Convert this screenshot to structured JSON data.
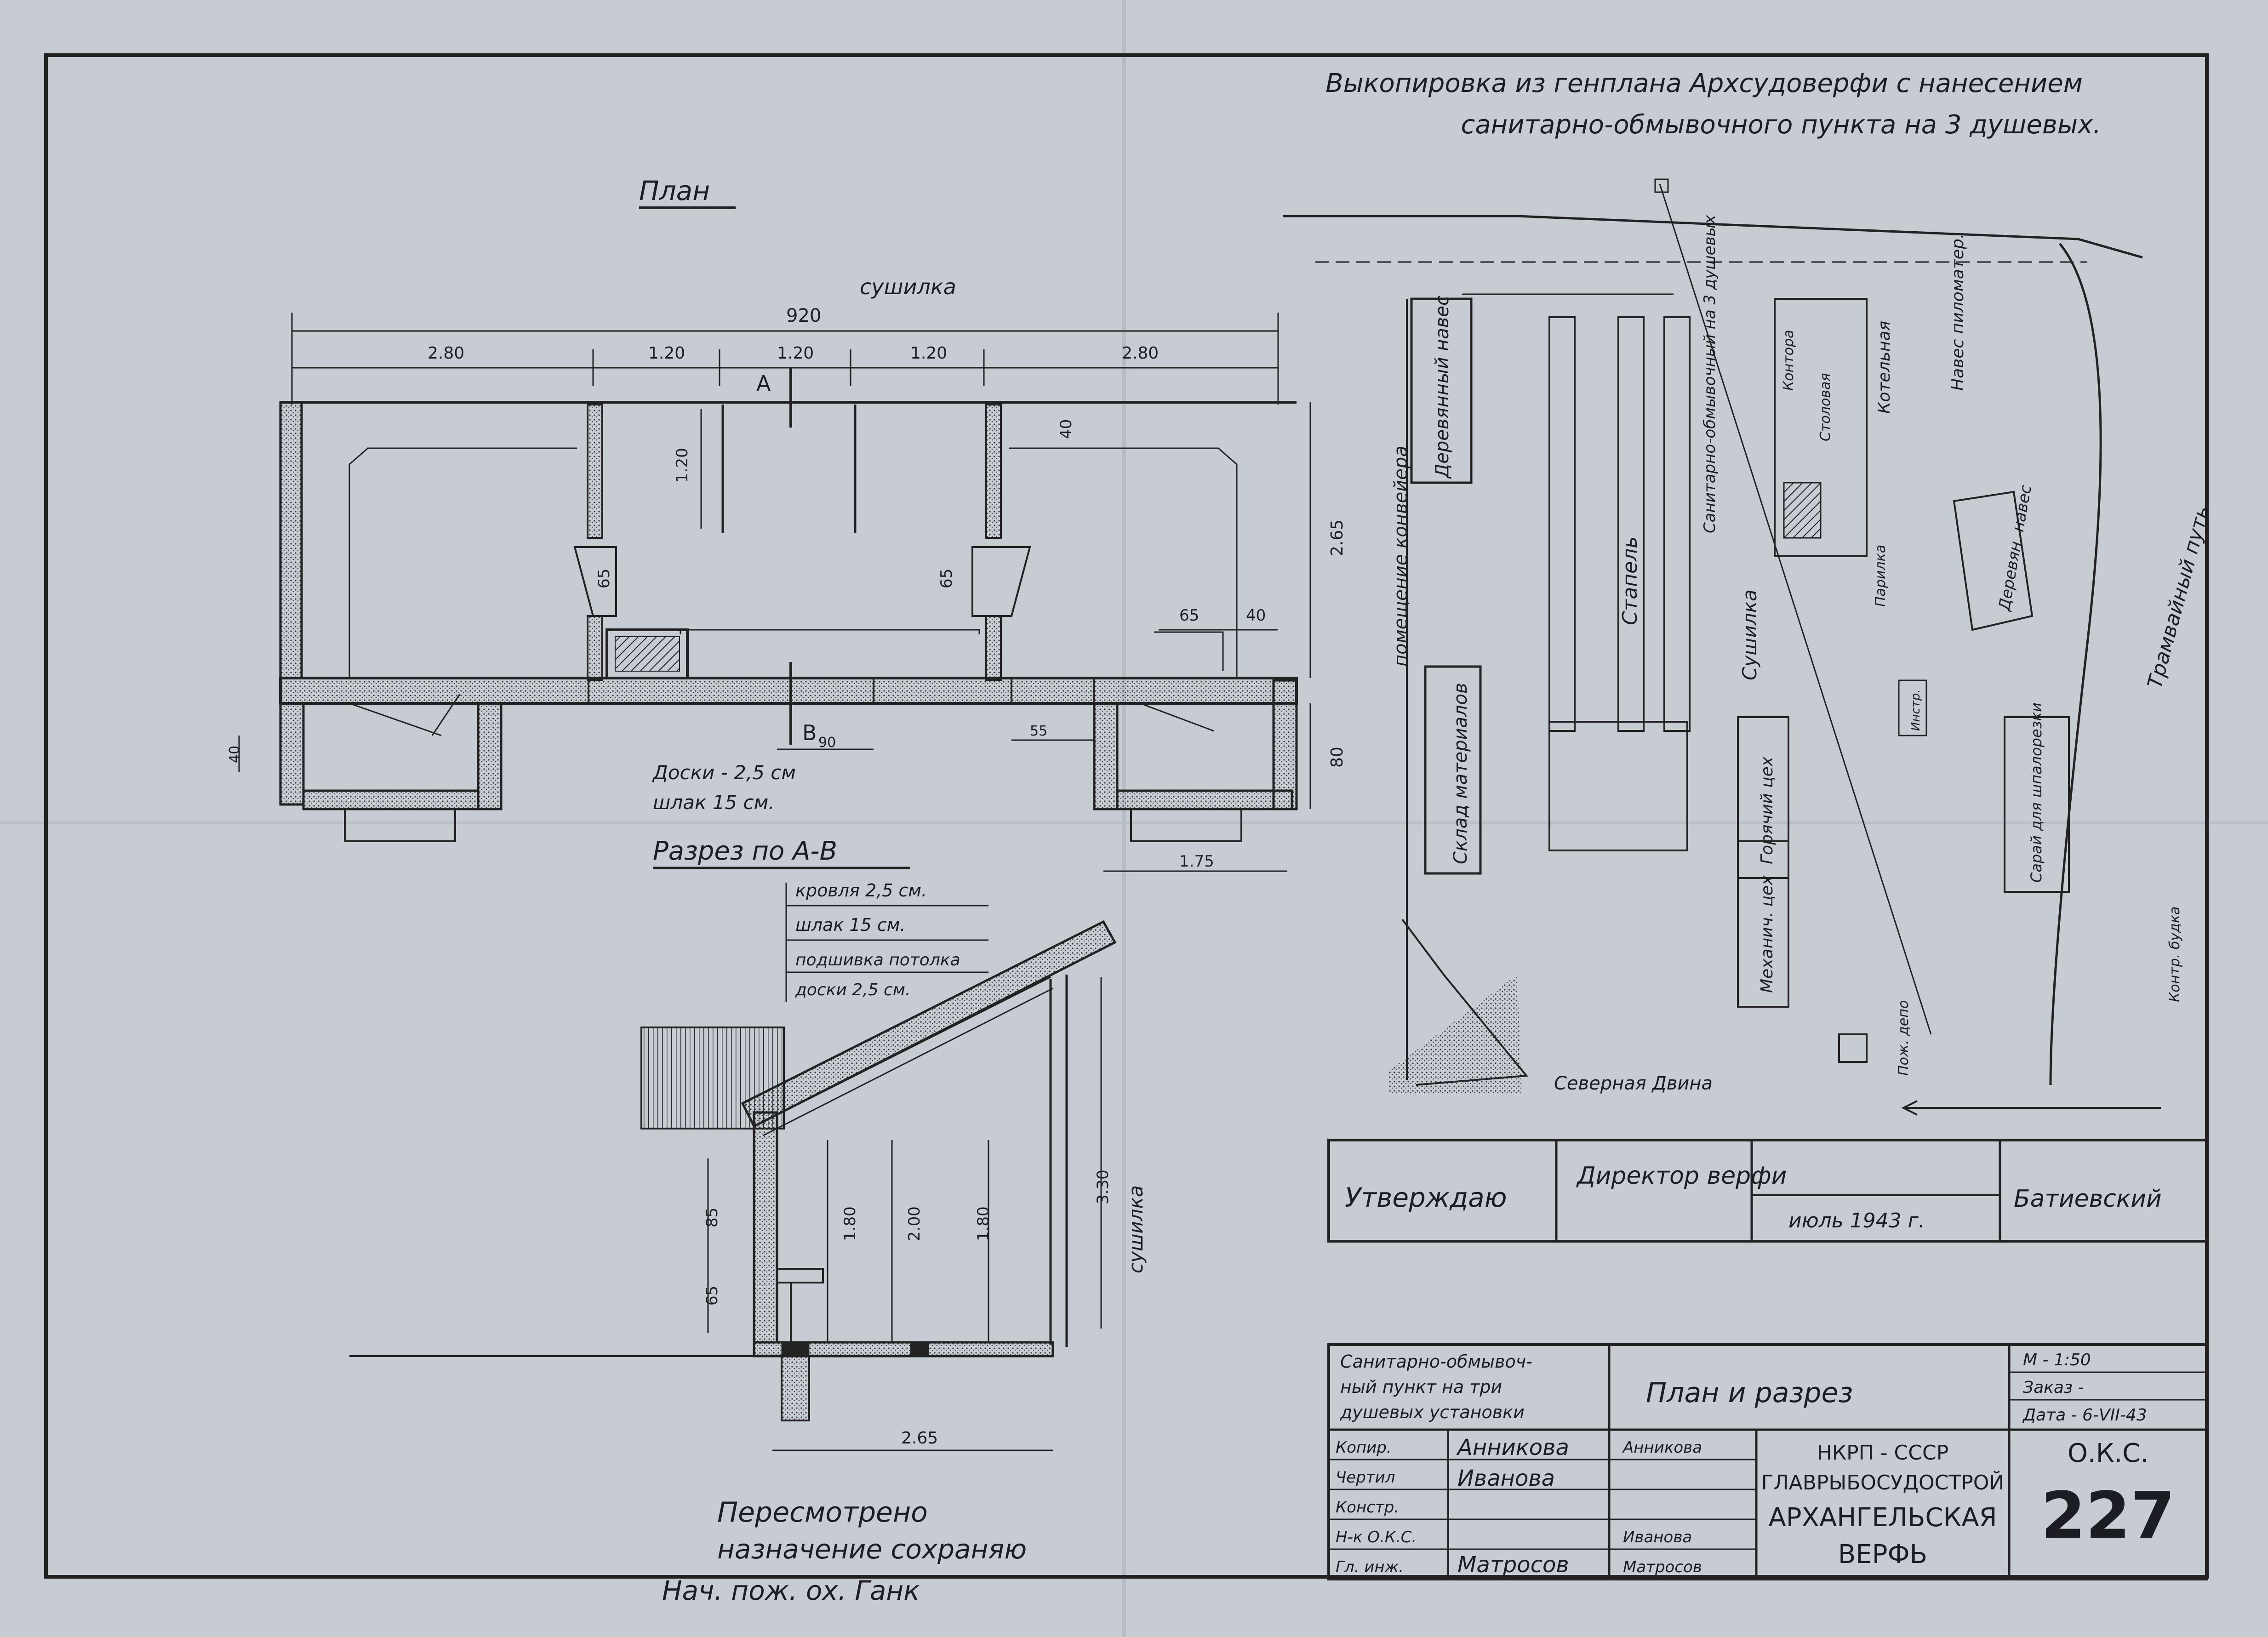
{
  "header_title": {
    "line1": "Выкопировка из генплана Архсудоверфи с нанесением",
    "line2": "санитарно-обмывочного пункта на 3 душевых."
  },
  "plan": {
    "title": "План",
    "room_top": "сушилка",
    "dims": {
      "overall": "920",
      "top": [
        "2.80",
        "1.20",
        "1.20",
        "1.20",
        "2.80"
      ],
      "h120": "1.20",
      "d40a": "40",
      "d65a": "65",
      "d65b": "65",
      "d65c": "65",
      "d40b": "40",
      "d265": "2.65",
      "d80": "80",
      "d40c": "40",
      "d55": "55",
      "d90": "90",
      "d175": "1.75"
    },
    "room_right": "помещение конвейера",
    "section_mark_a": "А",
    "section_mark_b": "В",
    "floor_note": [
      "Доски - 2,5 см",
      "шлак 15 см."
    ]
  },
  "section": {
    "title": "Разрез по А-В",
    "layers": [
      "кровля 2,5 см.",
      "шлак 15 см.",
      "подшивка потолка",
      "доски 2,5 см."
    ],
    "room": "сушилка",
    "dims": {
      "d85": "85",
      "d65": "65",
      "d180a": "1.80",
      "d200": "2.00",
      "d180b": "1.80",
      "d330": "3.30",
      "d265": "2.65"
    }
  },
  "siteplan": {
    "labels": {
      "shed_wood1": "Деревянный навес",
      "slip": "Стапель",
      "warehouse": "Склад материалов",
      "sanitary": "Санитарно-обмывочный на 3 душевых",
      "dryer": "Сушилка",
      "boiler": "Котельная",
      "office": "Контора",
      "dining": "Столовая",
      "pilomater_shed": "Навес пиломатер.",
      "sauna": "Парилка",
      "shed_wood2": "Деревян. навес",
      "rail": "Трамвайный путь",
      "hot_shop": "Горячий цех",
      "mech_shop": "Механич. цех",
      "sleeper_shed": "Сарай для шпалорезки",
      "fire_depot": "Пож. депо",
      "control_booth": "Контр. будка",
      "river": "Северная Двина",
      "small_building": "Инстр."
    }
  },
  "approval": {
    "approve": "Утверждаю",
    "director": "Директор верфи",
    "date": "июль 1943 г.",
    "name": "Батиевский"
  },
  "title_block": {
    "object_name": "Санитарно-обмывочный пункт на три душевых установки",
    "sheet_title": "План и разрез",
    "scale": "М - 1:50",
    "order": "Заказ -",
    "date": "Дата - 6-VII-43",
    "rows": [
      {
        "role": "Копир.",
        "surname": "Анникова"
      },
      {
        "role": "Чертил",
        "surname": ""
      },
      {
        "role": "Констр.",
        "surname": ""
      },
      {
        "role": "Н-к О.К.С.",
        "surname": "Иванова"
      },
      {
        "role": "Гл. инж.",
        "surname": "Матросов"
      }
    ],
    "org": [
      "НКРП - СССР",
      "ГЛАВРЫБОСУДОСТРОЙ",
      "АРХАНГЕЛЬСКАЯ",
      "ВЕРФЬ"
    ],
    "dept": "О.К.С.",
    "number": "227"
  },
  "sign_copy": "Анникова",
  "sign_draw": "Иванова",
  "sign_chief": "Матросов",
  "handwritten_note": [
    "Пересмотрено",
    "назначение сохраняю",
    "Нач. пож. ох. Ганк"
  ]
}
